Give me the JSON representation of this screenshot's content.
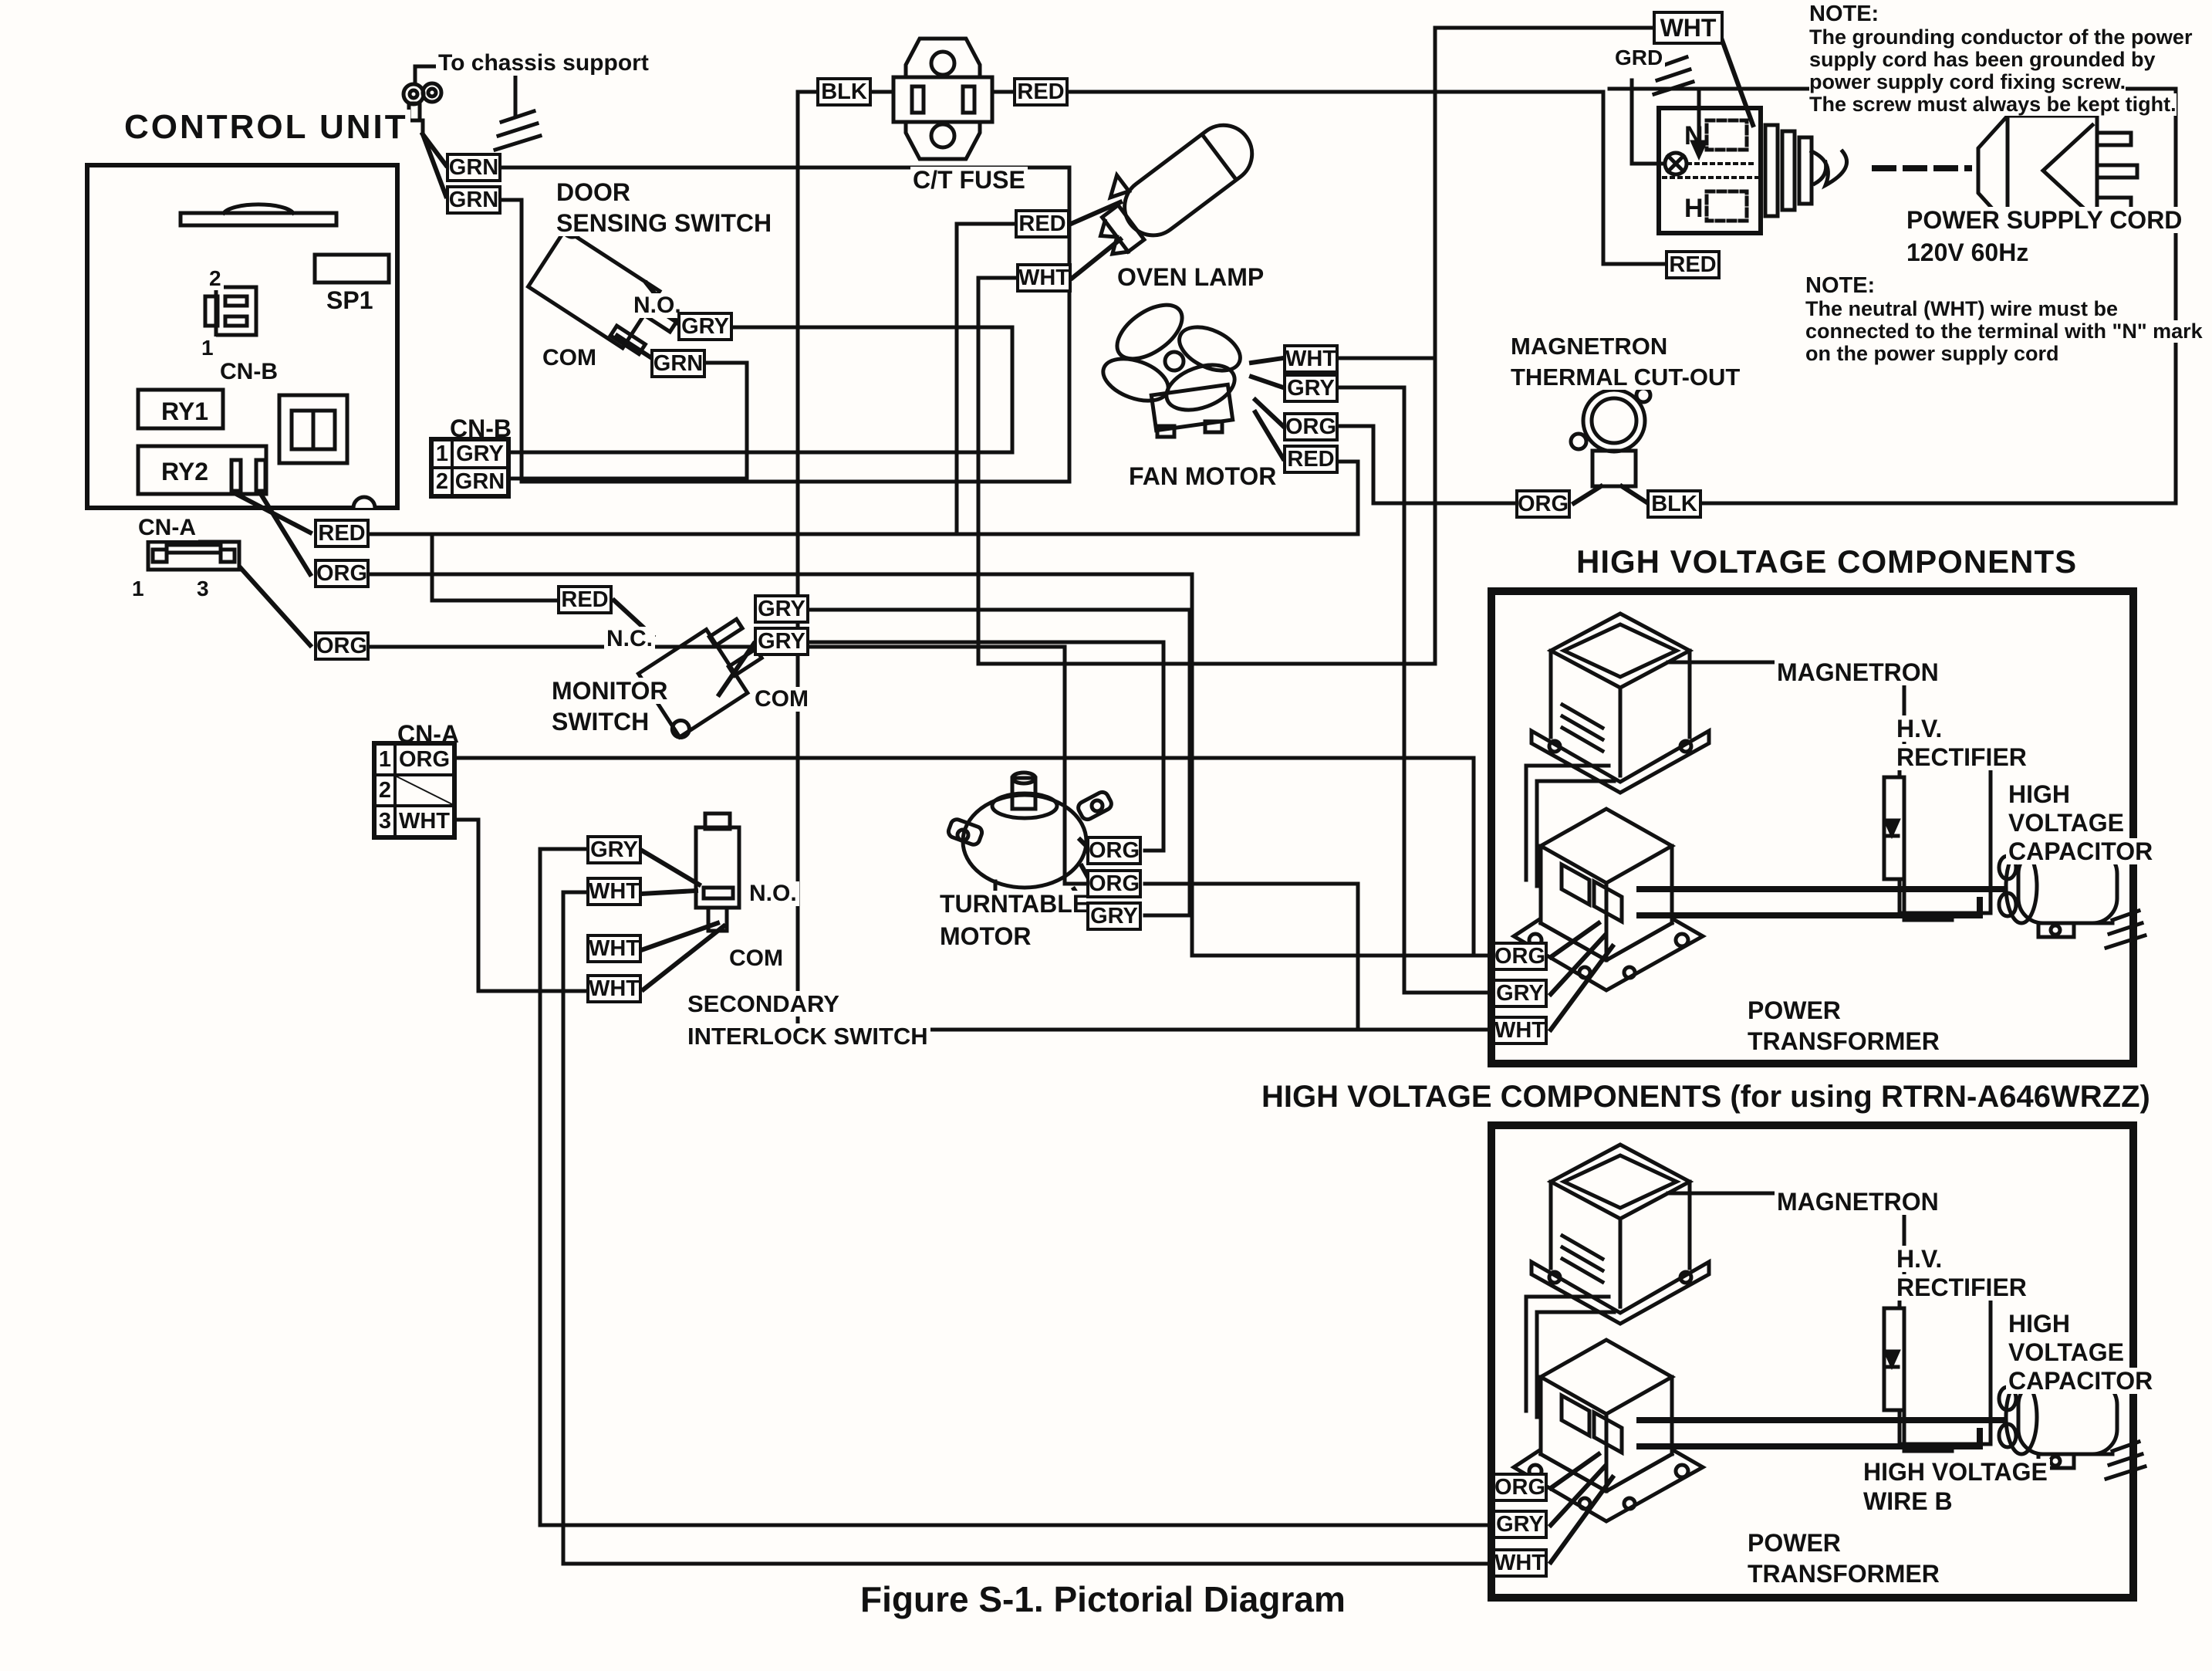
{
  "figure_caption": "Figure S-1. Pictorial Diagram",
  "titles": {
    "control_unit": "CONTROL UNIT",
    "hv_components": "HIGH VOLTAGE COMPONENTS",
    "hv_components_alt": "HIGH VOLTAGE COMPONENTS (for using RTRN-A646WRZZ)"
  },
  "notes": {
    "grounding_heading": "NOTE:",
    "grounding_line1": "The grounding conductor of the power",
    "grounding_line2": "supply cord has been grounded by",
    "grounding_line3": "power supply cord fixing screw.",
    "grounding_line4": "The screw must always  be kept tight.",
    "neutral_heading": "NOTE:",
    "neutral_line1": "The  neutral  (WHT)  wire  must  be",
    "neutral_line2": "connected to the terminal with \"N\" mark",
    "neutral_line3": "on the power    supply cord"
  },
  "labels": {
    "to_chassis_support": "To chassis support",
    "door_sensing_1": "DOOR",
    "door_sensing_2": "SENSING SWITCH",
    "ct_fuse": "C/T FUSE",
    "oven_lamp": "OVEN LAMP",
    "fan_motor": "FAN MOTOR",
    "mag_thermal_1": "MAGNETRON",
    "mag_thermal_2": "THERMAL CUT-OUT",
    "grd": "GRD",
    "terminal_n": "N",
    "terminal_h": "H",
    "power_supply_cord": "POWER SUPPLY CORD",
    "power_rating": "120V 60Hz",
    "sp1": "SP1",
    "cn_b": "CN-B",
    "ry1": "RY1",
    "ry2": "RY2",
    "cn_a": "CN-A",
    "pin_1": "1",
    "pin_2": "2",
    "pin_3": "3",
    "nc": "N.C.",
    "no": "N.O.",
    "com": "COM",
    "monitor_1": "MONITOR",
    "monitor_2": "SWITCH",
    "secondary_1": "SECONDARY",
    "secondary_2": "INTERLOCK SWITCH",
    "turntable_1": "TURNTABLE",
    "turntable_2": "MOTOR",
    "magnetron": "MAGNETRON",
    "hv_rect_1": "H.V.",
    "hv_rect_2": "RECTIFIER",
    "cap_1": "HIGH",
    "cap_2": "VOLTAGE",
    "cap_3": "CAPACITOR",
    "xfmr_1": "POWER",
    "xfmr_2": "TRANSFORMER",
    "hv_wire_1": "HIGH VOLTAGE",
    "hv_wire_2": "WIRE B"
  },
  "wire_colors": {
    "grn": "GRN",
    "gry": "GRY",
    "org": "ORG",
    "red": "RED",
    "wht": "WHT",
    "blk": "BLK"
  },
  "connectors": {
    "cnb_rows": [
      {
        "pin": "1",
        "color": "GRY"
      },
      {
        "pin": "2",
        "color": "GRN"
      }
    ],
    "cna_rows": [
      {
        "pin": "1",
        "color": "ORG"
      },
      {
        "pin": "2",
        "color": ""
      },
      {
        "pin": "3",
        "color": "WHT"
      }
    ]
  },
  "colors": {
    "ink": "#111111",
    "paper": "#fffdfa"
  }
}
